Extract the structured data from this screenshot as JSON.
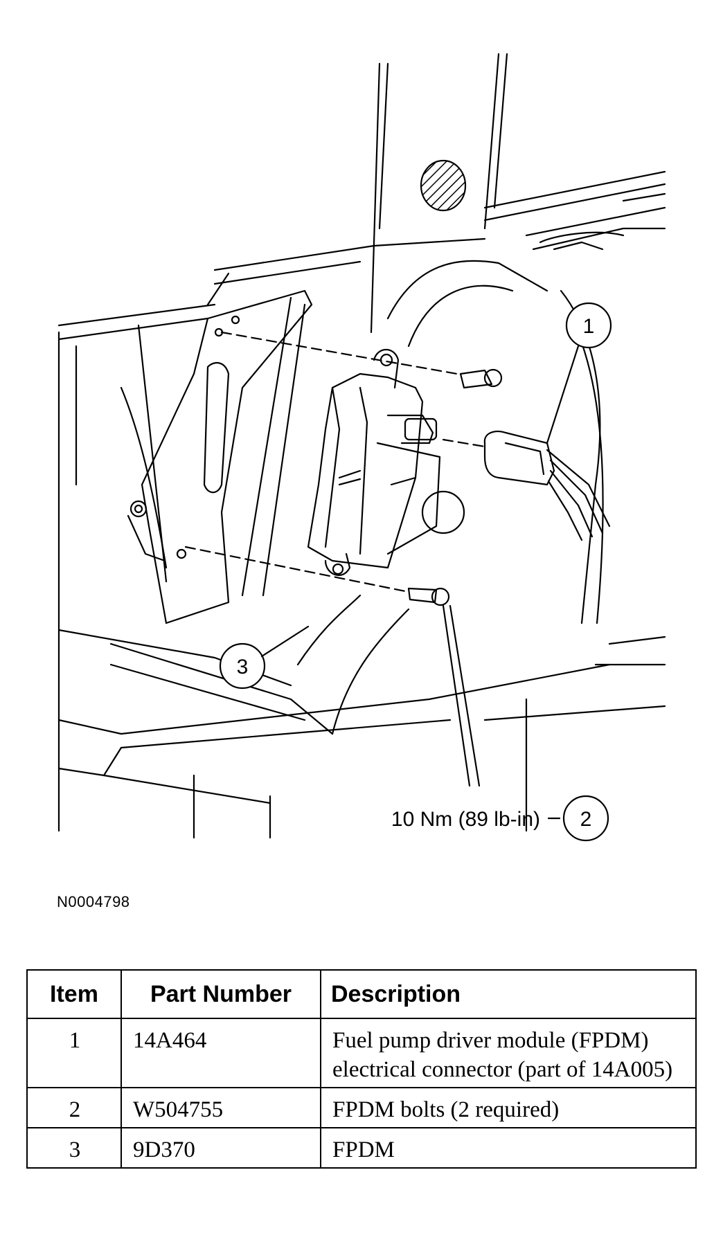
{
  "diagram": {
    "callouts": [
      {
        "number": "1"
      },
      {
        "number": "2"
      },
      {
        "number": "3"
      }
    ],
    "torque_spec": "10 Nm (89 lb-in)",
    "figure_id": "N0004798"
  },
  "table": {
    "headers": [
      "Item",
      "Part Number",
      "Description"
    ],
    "rows": [
      {
        "item": "1",
        "part_number": "14A464",
        "description": "Fuel pump driver module (FPDM) electrical connector (part of 14A005)"
      },
      {
        "item": "2",
        "part_number": "W504755",
        "description": "FPDM bolts (2 required)"
      },
      {
        "item": "3",
        "part_number": "9D370",
        "description": "FPDM"
      }
    ]
  }
}
